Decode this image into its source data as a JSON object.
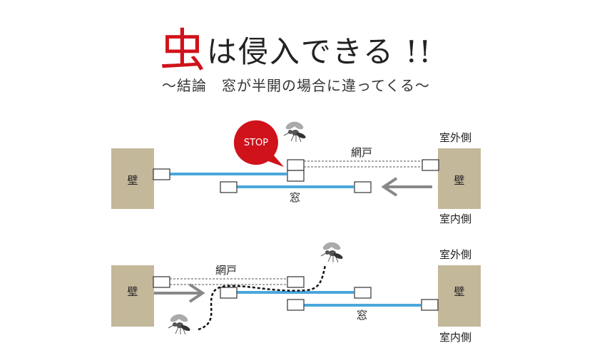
{
  "title": {
    "prefix": "虫",
    "rest": "は侵入できる !!"
  },
  "subtitle": "～結論　窓が半開の場合に違ってくる～",
  "diagram1": {
    "wall_left": "壁",
    "wall_right": "壁",
    "screen_label": "網戸",
    "window_label": "窓",
    "outside_label": "室外側",
    "inside_label": "室内側",
    "stop_label": "STOP"
  },
  "diagram2": {
    "wall_left": "壁",
    "wall_right": "壁",
    "screen_label": "網戸",
    "window_label": "窓",
    "outside_label": "室外側",
    "inside_label": "室内側"
  },
  "colors": {
    "glass": "#4aa8dc",
    "wall": "#c4b89a",
    "stop": "#d0121b",
    "arrow": "#888888"
  }
}
